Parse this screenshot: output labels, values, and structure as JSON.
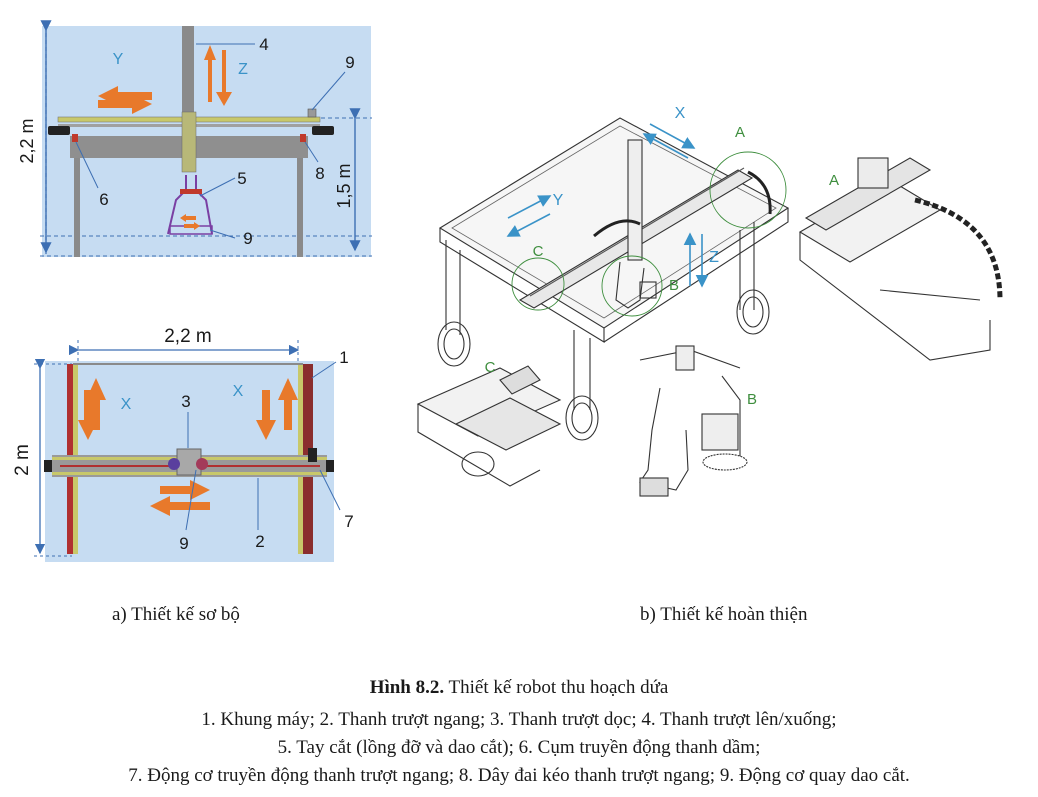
{
  "colors": {
    "panel_bg": "#c6dcf2",
    "arrow_orange": "#e8792b",
    "dim_blue": "#3d6fb3",
    "axis_cyan": "#3a93c8",
    "detail_green": "#3e8e3e",
    "frame_gray": "#8a8a8a",
    "rail_yellow": "#c8c86a",
    "rail_red": "#b03030"
  },
  "panel_top": {
    "dim_height_total": "2,2 m",
    "dim_height_side": "1,5 m",
    "axis_y": "Y",
    "axis_z": "Z",
    "callouts": [
      "4",
      "9",
      "6",
      "8",
      "5",
      "9"
    ]
  },
  "panel_bottom": {
    "dim_width": "2,2 m",
    "dim_height": "2 m",
    "axis_x_left": "X",
    "axis_x_right": "X",
    "callouts": [
      "1",
      "3",
      "7",
      "2",
      "9"
    ]
  },
  "panel_3d": {
    "axis_x": "X",
    "axis_y": "Y",
    "axis_z": "Z",
    "detail_a_circle": "A",
    "detail_b_circle": "B",
    "detail_c_circle": "C",
    "detail_a_label": "A",
    "detail_b_label": "B",
    "detail_c_label": "C"
  },
  "subcaptions": {
    "a": "a) Thiết kế sơ bộ",
    "b": "b) Thiết kế hoàn thiện"
  },
  "figure": {
    "title_bold": "Hình 8.2.",
    "title_rest": " Thiết kế robot thu hoạch dứa",
    "legend_line1": "1. Khung máy; 2. Thanh trượt ngang; 3. Thanh trượt dọc; 4. Thanh trượt lên/xuống;",
    "legend_line2": "5. Tay cắt (lồng đỡ và dao cắt); 6. Cụm truyền động thanh dầm;",
    "legend_line3": "7. Động cơ truyền động thanh trượt ngang; 8. Dây đai kéo thanh trượt ngang; 9. Động cơ quay dao cắt."
  }
}
